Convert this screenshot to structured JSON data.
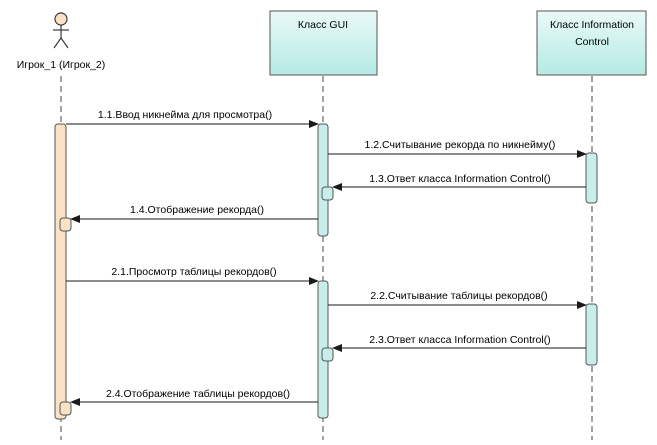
{
  "colors": {
    "actor_activation": "#fbe2c4",
    "object_activation": "#c7eeea",
    "object_box_top": "#e8f8f6",
    "object_box_bottom": "#b8ece6",
    "line": "#2b2b2b"
  },
  "participants": {
    "actor": {
      "label": "Игрок_1 (Игрок_2)",
      "icon": "stick-figure-icon"
    },
    "gui": {
      "label": "Класс GUI"
    },
    "info": {
      "label_line1": "Класс Information",
      "label_line2": "Control"
    }
  },
  "messages": [
    {
      "id": "m1",
      "label": "1.1.Ввод никнейма для просмотра()",
      "from": "actor",
      "to": "gui",
      "kind": "call"
    },
    {
      "id": "m2",
      "label": "1.2.Считывание рекорда по никнейму()",
      "from": "gui",
      "to": "info",
      "kind": "call"
    },
    {
      "id": "m3",
      "label": "1.3.Ответ класса Information Control()",
      "from": "info",
      "to": "gui",
      "kind": "return"
    },
    {
      "id": "m4",
      "label": "1.4.Отображение рекорда()",
      "from": "gui",
      "to": "actor",
      "kind": "return"
    },
    {
      "id": "m5",
      "label": "2.1.Просмотр таблицы рекордов()",
      "from": "actor",
      "to": "gui",
      "kind": "call"
    },
    {
      "id": "m6",
      "label": "2.2.Считывание таблицы рекордов()",
      "from": "gui",
      "to": "info",
      "kind": "call"
    },
    {
      "id": "m7",
      "label": "2.3.Ответ класса Information Control()",
      "from": "info",
      "to": "gui",
      "kind": "return"
    },
    {
      "id": "m8",
      "label": "2.4.Отображение таблицы рекордов()",
      "from": "gui",
      "to": "actor",
      "kind": "return"
    }
  ]
}
